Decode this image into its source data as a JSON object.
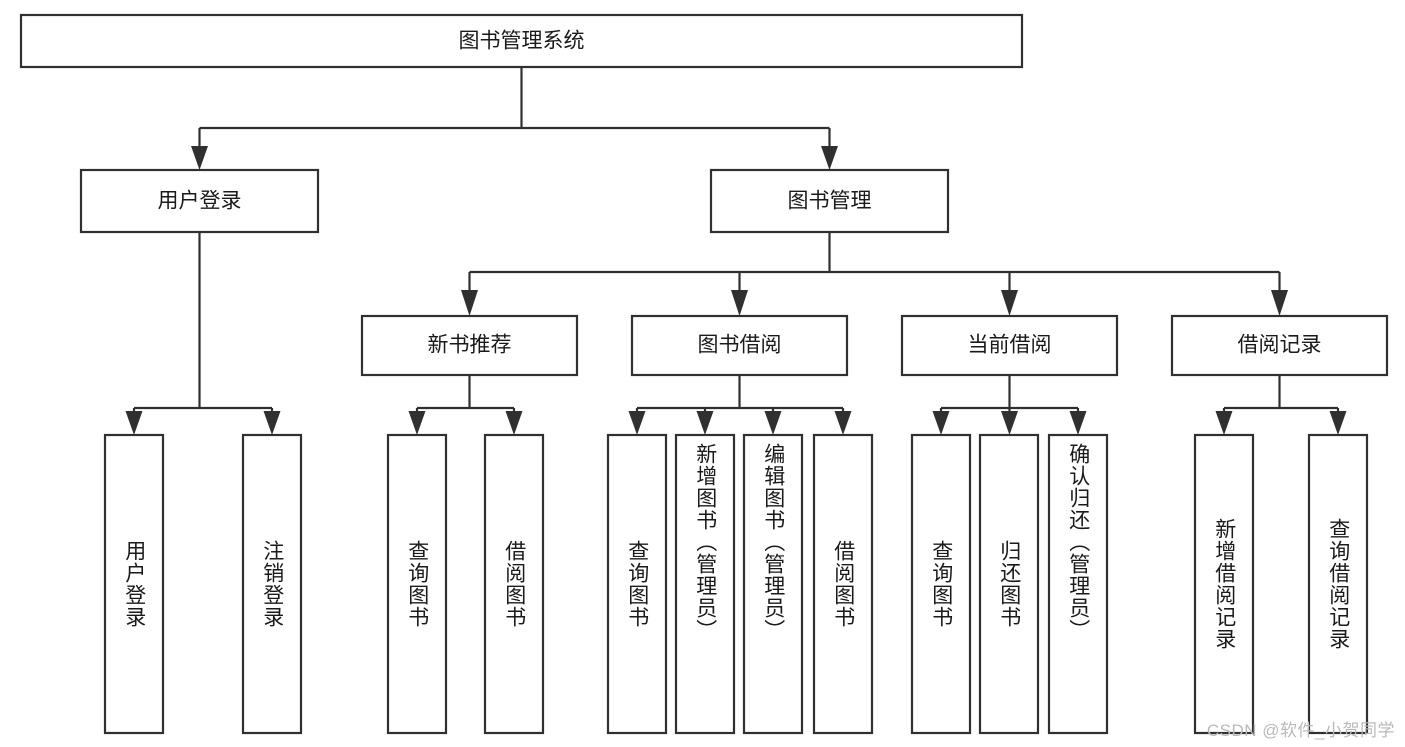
{
  "diagram": {
    "type": "tree",
    "title": "图书管理系统",
    "orientation": "top-down",
    "watermark": "CSDN @软件_小贺同学",
    "colors": {
      "stroke": "#303030",
      "box_fill": "#ffffff",
      "text": "#1a1a1a",
      "background": "#ffffff",
      "watermark": "#b9b9b9"
    },
    "root": {
      "label": "图书管理系统",
      "level": 0
    },
    "level2": [
      {
        "label": "用户登录"
      },
      {
        "label": "图书管理"
      }
    ],
    "level3": [
      {
        "label": "新书推荐",
        "parent": "图书管理"
      },
      {
        "label": "图书借阅",
        "parent": "图书管理"
      },
      {
        "label": "当前借阅",
        "parent": "图书管理"
      },
      {
        "label": "借阅记录",
        "parent": "图书管理"
      }
    ],
    "leaves": [
      {
        "label": "用户登录",
        "parent": "用户登录"
      },
      {
        "label": "注销登录",
        "parent": "用户登录"
      },
      {
        "label": "查询图书",
        "parent": "新书推荐"
      },
      {
        "label": "借阅图书",
        "parent": "新书推荐"
      },
      {
        "label": "查询图书",
        "parent": "图书借阅"
      },
      {
        "label": "新增图书（管理员）",
        "parent": "图书借阅"
      },
      {
        "label": "编辑图书（管理员）",
        "parent": "图书借阅"
      },
      {
        "label": "借阅图书",
        "parent": "图书借阅"
      },
      {
        "label": "查询图书",
        "parent": "当前借阅"
      },
      {
        "label": "归还图书",
        "parent": "当前借阅"
      },
      {
        "label": "确认归还（管理员）",
        "parent": "当前借阅"
      },
      {
        "label": "新增借阅记录",
        "parent": "借阅记录"
      },
      {
        "label": "查询借阅记录",
        "parent": "借阅记录"
      }
    ]
  }
}
